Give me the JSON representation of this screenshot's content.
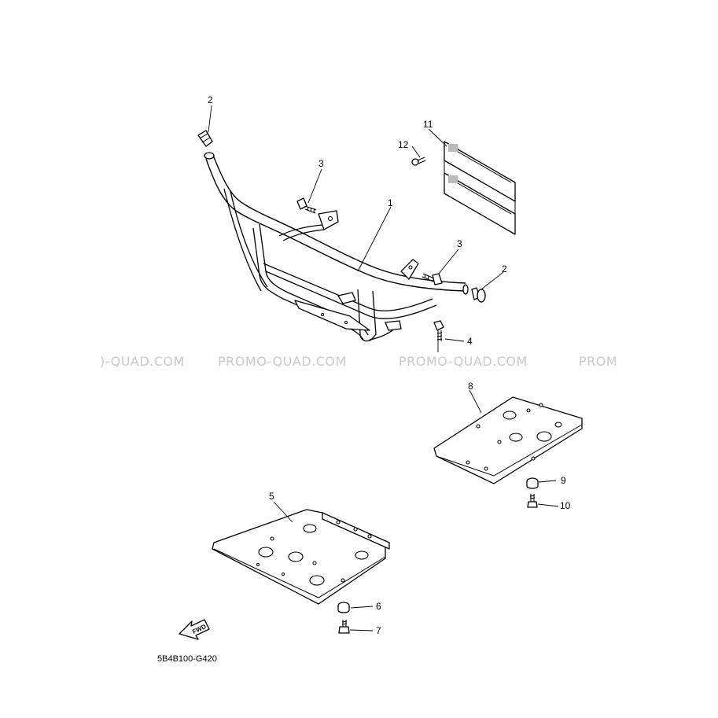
{
  "diagram_code": "5B4B100-G420",
  "fwd_label": "FWD",
  "watermark": {
    "text_1": ")-QUAD.COM",
    "text_2": "PROMO-QUAD.COM",
    "text_3": "PROMO-QUAD.COM",
    "text_4": "PROM"
  },
  "callouts": {
    "c1": "1",
    "c2a": "2",
    "c2b": "2",
    "c3a": "3",
    "c3b": "3",
    "c4": "4",
    "c5": "5",
    "c6": "6",
    "c7": "7",
    "c8": "8",
    "c9": "9",
    "c10": "10",
    "c11": "11",
    "c12": "12"
  }
}
